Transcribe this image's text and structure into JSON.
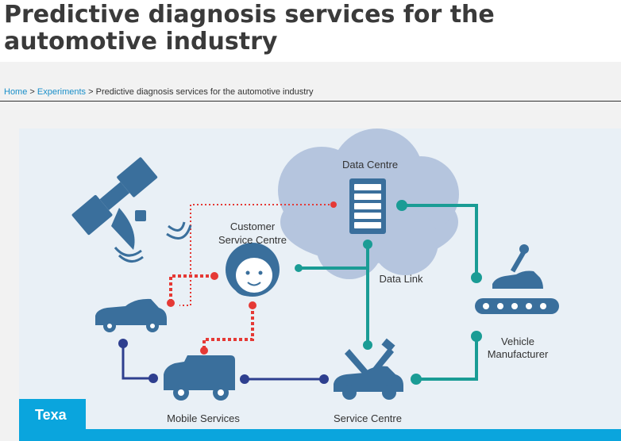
{
  "page": {
    "title": "Predictive diagnosis services for the automotive industry"
  },
  "breadcrumb": {
    "home": "Home",
    "separator": ">",
    "experiments": "Experiments",
    "current": "Predictive diagnosis services for the automotive industry"
  },
  "diagram": {
    "labels": {
      "data_centre": "Data Centre",
      "customer_service_1": "Customer",
      "customer_service_2": "Service Centre",
      "data_link": "Data Link",
      "vehicle_manufacturer_1": "Vehicle",
      "vehicle_manufacturer_2": "Manufacturer",
      "mobile_services": "Mobile Services",
      "service_centre": "Service Centre"
    },
    "brand": "Texa",
    "colors": {
      "icon": "#3a6f9c",
      "teal_link": "#1a9c95",
      "red_link": "#e53935",
      "navy_link": "#2e3f8f",
      "cloud": "#b5c5de",
      "brand_bar": "#0aa5dd"
    }
  }
}
